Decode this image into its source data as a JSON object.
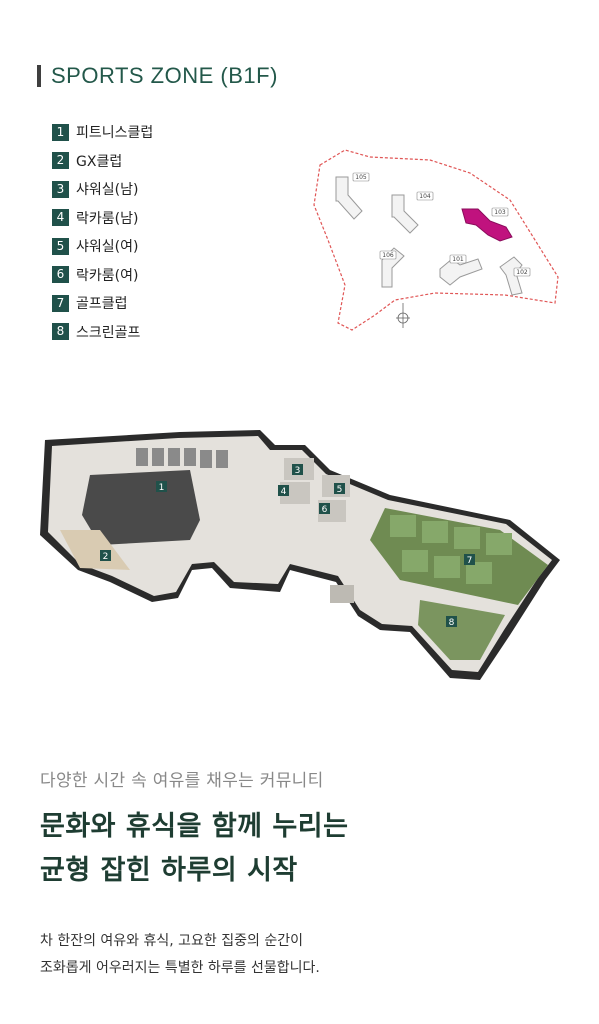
{
  "header": {
    "title": "SPORTS ZONE (B1F)"
  },
  "legend": [
    {
      "num": "1",
      "label": "피트니스클럽"
    },
    {
      "num": "2",
      "label": "GX클럽"
    },
    {
      "num": "3",
      "label": "샤워실(남)"
    },
    {
      "num": "4",
      "label": "락카룸(남)"
    },
    {
      "num": "5",
      "label": "샤워실(여)"
    },
    {
      "num": "6",
      "label": "락카룸(여)"
    },
    {
      "num": "7",
      "label": "골프클럽"
    },
    {
      "num": "8",
      "label": "스크린골프"
    }
  ],
  "site_map": {
    "buildings": [
      "105",
      "104",
      "103",
      "106",
      "101",
      "102"
    ],
    "highlight_color": "#c0127e",
    "boundary_color": "#e05656"
  },
  "floor_plan": {
    "markers": [
      "1",
      "2",
      "3",
      "4",
      "5",
      "6",
      "7",
      "8"
    ]
  },
  "copy": {
    "tagline": "다양한 시간 속 여유를 채우는 커뮤니티",
    "headline_line1": "문화와 휴식을 함께 누리는",
    "headline_line2": "균형 잡힌 하루의 시작",
    "body_line1": "차 한잔의 여유와 휴식, 고요한 집중의 순간이",
    "body_line2": "조화롭게 어우러지는 특별한 하루를 선물합니다."
  }
}
